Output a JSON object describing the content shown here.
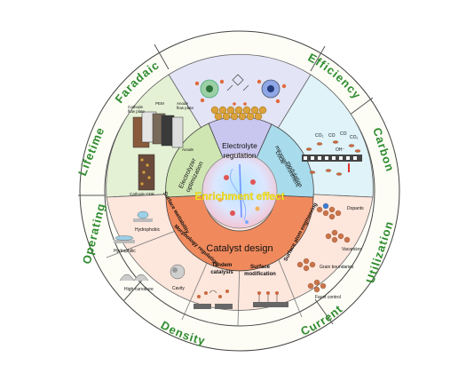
{
  "outer_ring": {
    "words": [
      {
        "id": "faradaic",
        "text": "Faradaic"
      },
      {
        "id": "efficiency",
        "text": "Efficiency"
      },
      {
        "id": "carbon",
        "text": "Carbon"
      },
      {
        "id": "utilization",
        "text": "Utilization"
      },
      {
        "id": "current",
        "text": "Current"
      },
      {
        "id": "density",
        "text": "Density"
      },
      {
        "id": "operating",
        "text": "Operating"
      },
      {
        "id": "lifetime",
        "text": "Lifetime"
      }
    ]
  },
  "center": {
    "title": "Enrichment effect"
  },
  "inner_ring": {
    "electrolyte": "Electrolyte regulation",
    "electrolyzer": "Electrolyzer optimization",
    "microenv": "Local microenvironment modulation",
    "catalyst_design": "Catalyst design"
  },
  "catalyst_sectors": {
    "wettability": "Surface wettability",
    "morphology": "Morphology regulation",
    "tandem": "Tandem catalysis",
    "surface_mod": "Surface modification",
    "single_atom": "Surface atom engineering"
  },
  "panel_labels": {
    "cathode_flow": "Cathode flow plate",
    "pem": "PEM",
    "anode_flow": "Anode flow plate",
    "anode": "Anode",
    "cathode_gde": "Cathode GDE",
    "hydrophobic": "Hydrophobic",
    "hydrophilic": "Hydrophilic",
    "high_curvature": "High-curvature",
    "cavity": "Cavity",
    "dopants": "Dopants",
    "vacancies": "Vacancies",
    "grain_boundaries": "Grain boundaries",
    "facet_control": "Facet control",
    "oh": "OH⁻",
    "co2_a": "CO₂",
    "co2_b": "CO₂",
    "co_a": "CO",
    "co_b": "CO"
  },
  "colors": {
    "ring_green": "#2e8b2e",
    "electrolyte_sector": "#e4e4f7",
    "carbon_sector": "#dff3f9",
    "lifetime_sector": "#e5f1d5",
    "catalyst_sector": "#fde6dc",
    "catalyst_band": "#f08a5d",
    "electrolyte_band": "#c9c6ef",
    "microenv_band": "#a8dcec",
    "electrolyzer_band": "#cfe6b3",
    "center_title": "#f7ee2a"
  }
}
